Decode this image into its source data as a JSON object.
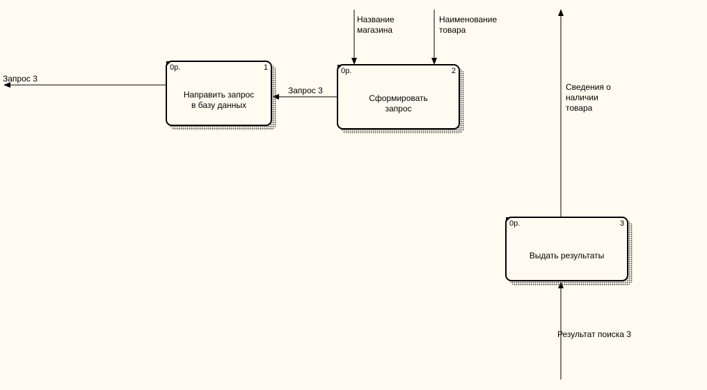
{
  "boxes": [
    {
      "cost": "0р.",
      "number": "1",
      "title": "Направить запрос\nв базу данных"
    },
    {
      "cost": "0р.",
      "number": "2",
      "title": "Сформировать\nзапрос"
    },
    {
      "cost": "0р.",
      "number": "3",
      "title": "Выдать результаты"
    }
  ],
  "arrows": {
    "store_name": "Название\nмагазина",
    "product_name": "Наименование\nтовара",
    "request_internal": "Запрос 3",
    "request_out": "Запрос 3",
    "availability": "Сведения о\nналичии\nтовара",
    "search_result": "Результат поиска 3"
  },
  "colors": {
    "background": "#fffbf0",
    "line": "#000000",
    "shadow": "#555555"
  }
}
